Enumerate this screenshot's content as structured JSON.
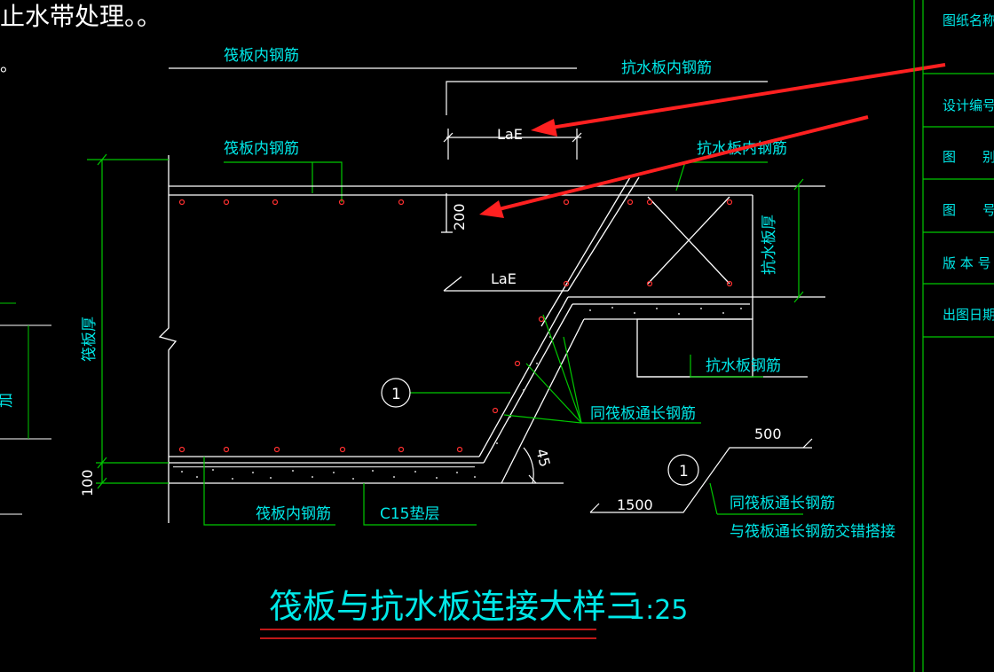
{
  "top_note": "止水带处理。。",
  "side_note": "。",
  "labels": {
    "raft_inner_rebar_top": "筏板内钢筋",
    "anti_water_inner_rebar_top": "抗水板内钢筋",
    "laE_top": "LaE",
    "raft_inner_rebar_2": "筏板内钢筋",
    "anti_water_inner_rebar_2": "抗水板内钢筋",
    "dim_200": "200",
    "laE_mid": "LaE",
    "anti_water_thickness": "抗水板厚",
    "raft_thickness": "筏板厚",
    "anti_water_rebar": "抗水板钢筋",
    "same_raft_long_rebar": "同筏板通长钢筋",
    "dim_100": "100",
    "raft_inner_rebar_bottom": "筏板内钢筋",
    "c15_cushion": "C15垫层",
    "angle_45": "45",
    "dim_500": "500",
    "dim_1500": "1500",
    "same_raft_long_rebar_2": "同筏板通长钢筋",
    "staggered_lap": "与筏板通长钢筋交错搭接",
    "callout_1": "1",
    "callout_1b": "1",
    "left_fragment": "加"
  },
  "title": {
    "main": "筏板与抗水板连接大样三",
    "scale": "1:25"
  },
  "title_block": {
    "rows": [
      "图纸名称",
      "设计编号",
      "图　　别",
      "图　　号",
      "版 本 号",
      "出图日期"
    ]
  },
  "colors": {
    "background": "#000000",
    "cyan_text": "#00e8e8",
    "green_lines": "#00c800",
    "white_lines": "#ffffff",
    "red_arrows": "#ff2020",
    "rebar_dots": "#ff3030"
  }
}
